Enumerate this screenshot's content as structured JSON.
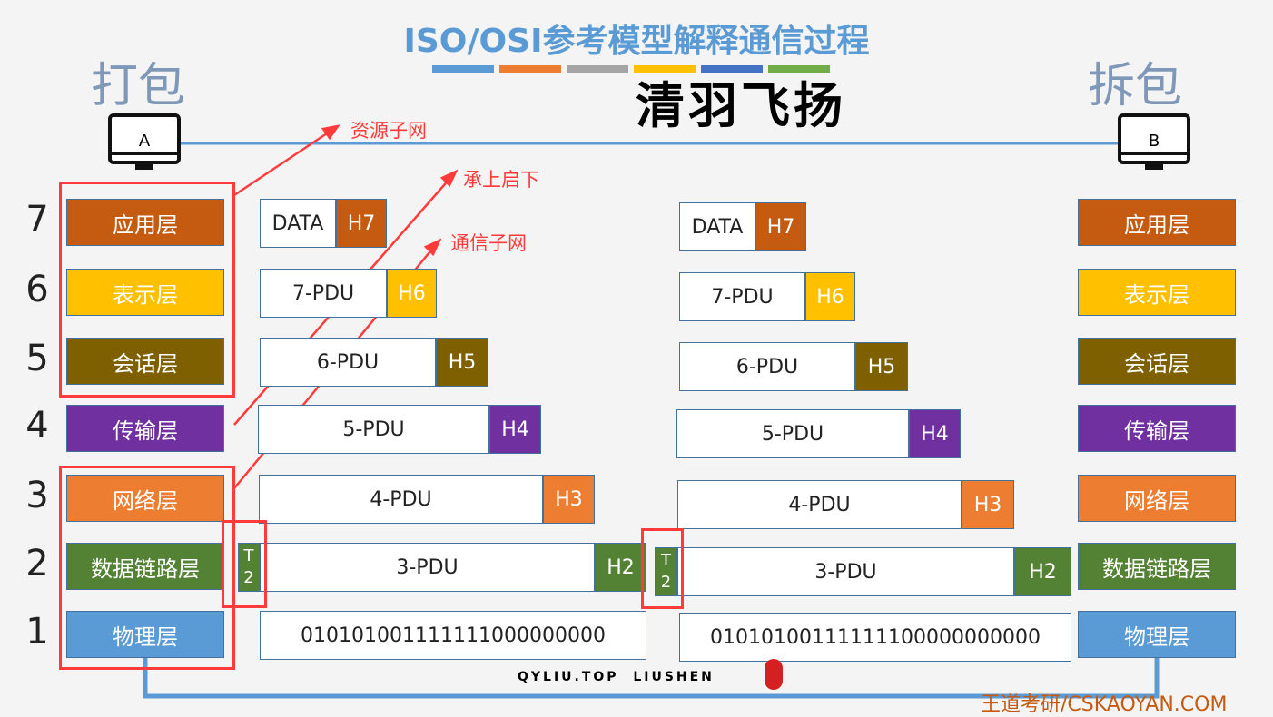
{
  "title": "ISO/OSI参考模型解释通信过程",
  "title_bar_colors": [
    "#5b9bd5",
    "#ed7d31",
    "#a5a5a5",
    "#ffc000",
    "#4472c4",
    "#70ad47"
  ],
  "left_label": "打包",
  "right_label": "拆包",
  "host_a": "A",
  "host_b": "B",
  "layer_numbers": [
    "7",
    "6",
    "5",
    "4",
    "3",
    "2",
    "1"
  ],
  "layers": [
    {
      "name": "应用层",
      "color": "#c55a11"
    },
    {
      "name": "表示层",
      "color": "#ffc000"
    },
    {
      "name": "会话层",
      "color": "#7f6000"
    },
    {
      "name": "传输层",
      "color": "#7030a0"
    },
    {
      "name": "网络层",
      "color": "#ed7d31"
    },
    {
      "name": "数据链路层",
      "color": "#548235"
    },
    {
      "name": "物理层",
      "color": "#5b9bd5"
    }
  ],
  "pdus": [
    {
      "body": "DATA",
      "header": "H7"
    },
    {
      "body": "7-PDU",
      "header": "H6"
    },
    {
      "body": "6-PDU",
      "header": "H5"
    },
    {
      "body": "5-PDU",
      "header": "H4"
    },
    {
      "body": "4-PDU",
      "header": "H3"
    },
    {
      "body": "3-PDU",
      "header": "H2",
      "trailer": "T2"
    }
  ],
  "bits_left": "010101001111111000000000",
  "bits_right": "01010100111111100000000000",
  "annotations": [
    "资源子网",
    "承上启下",
    "通信子网"
  ],
  "watermark": {
    "text": "清羽飞扬",
    "sub": "QYLIU.TOP  LIUSHEN"
  },
  "credit": "王道考研/CSKAOYAN.COM"
}
